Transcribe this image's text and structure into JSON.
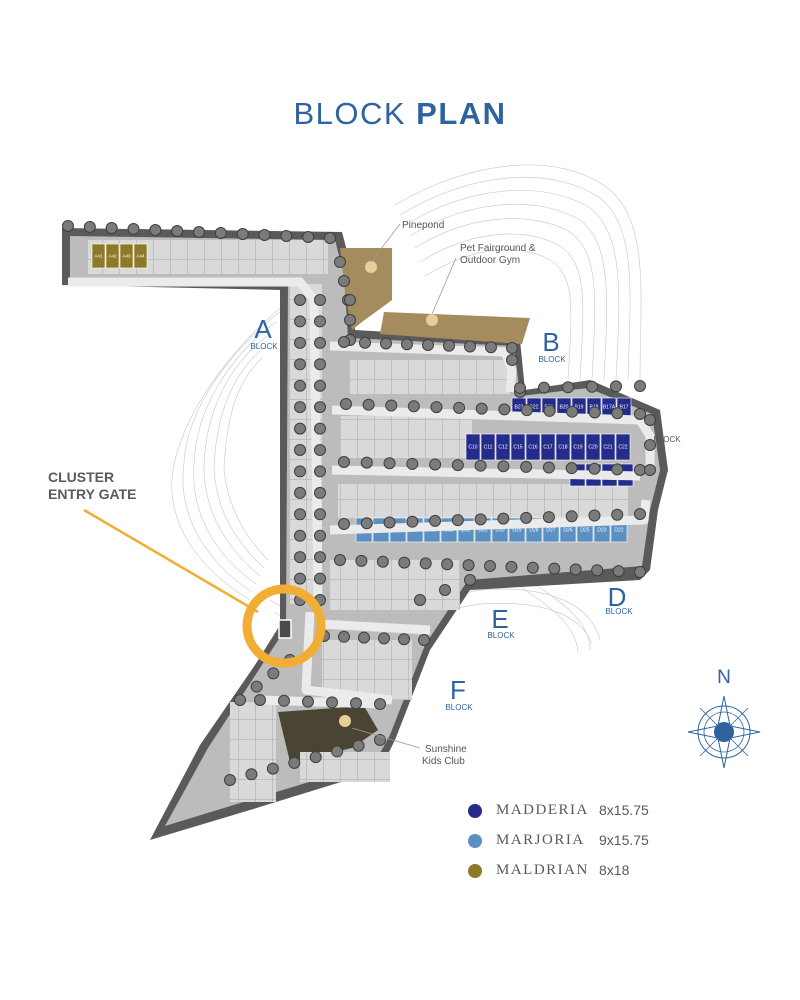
{
  "title": {
    "part1": "BLOCK ",
    "part2": "PLAN"
  },
  "blocks": [
    {
      "letter": "A",
      "sub": "BLOCK"
    },
    {
      "letter": "B",
      "sub": "BLOCK"
    },
    {
      "letter": "D",
      "sub": "BLOCK"
    },
    {
      "letter": "E",
      "sub": "BLOCK"
    },
    {
      "letter": "F",
      "sub": "BLOCK"
    }
  ],
  "block_c_sub": "BLOCK",
  "amenities": {
    "pinepond": "Pinepond",
    "pet_line1": "Pet Fairground &",
    "pet_line2": "Outdoor Gym",
    "kids_line1": "Sunshine",
    "kids_line2": "Kids Club"
  },
  "gate": {
    "line1": "CLUSTER",
    "line2": "ENTRY GATE"
  },
  "compass": {
    "letter": "N"
  },
  "unit_rows": {
    "A": [
      "A41",
      "A42",
      "A43",
      "A44"
    ],
    "B": [
      "B23",
      "B22",
      "B21",
      "B20",
      "B19",
      "B18",
      "B17A",
      "B17"
    ],
    "C_top": [
      "C10",
      "C11",
      "C12",
      "C15",
      "C16",
      "C17",
      "C18",
      "C19",
      "C20",
      "C21",
      "C22"
    ],
    "C_bottom": [
      "C29",
      "C28",
      "C27",
      "C26"
    ],
    "D": [
      "D40",
      "D39",
      "D38",
      "D37",
      "D36",
      "D35",
      "D32",
      "D31",
      "D30",
      "D29",
      "D28",
      "D27",
      "D26",
      "D25",
      "D23",
      "D22"
    ]
  },
  "legend": [
    {
      "name": "MADDERIA",
      "size": "8x15.75",
      "color": "#232c8a"
    },
    {
      "name": "MARJORIA",
      "size": "9x15.75",
      "color": "#5b90c3"
    },
    {
      "name": "MALDRIAN",
      "size": "8x18",
      "color": "#8c7a28"
    }
  ],
  "colors": {
    "accent": "#2f63a0",
    "gate_ring": "#f2ad34",
    "madderia": "#232c8a",
    "marjoria": "#5b90c3",
    "maldrian": "#8c7a28",
    "amenity": "#a58c5e"
  }
}
